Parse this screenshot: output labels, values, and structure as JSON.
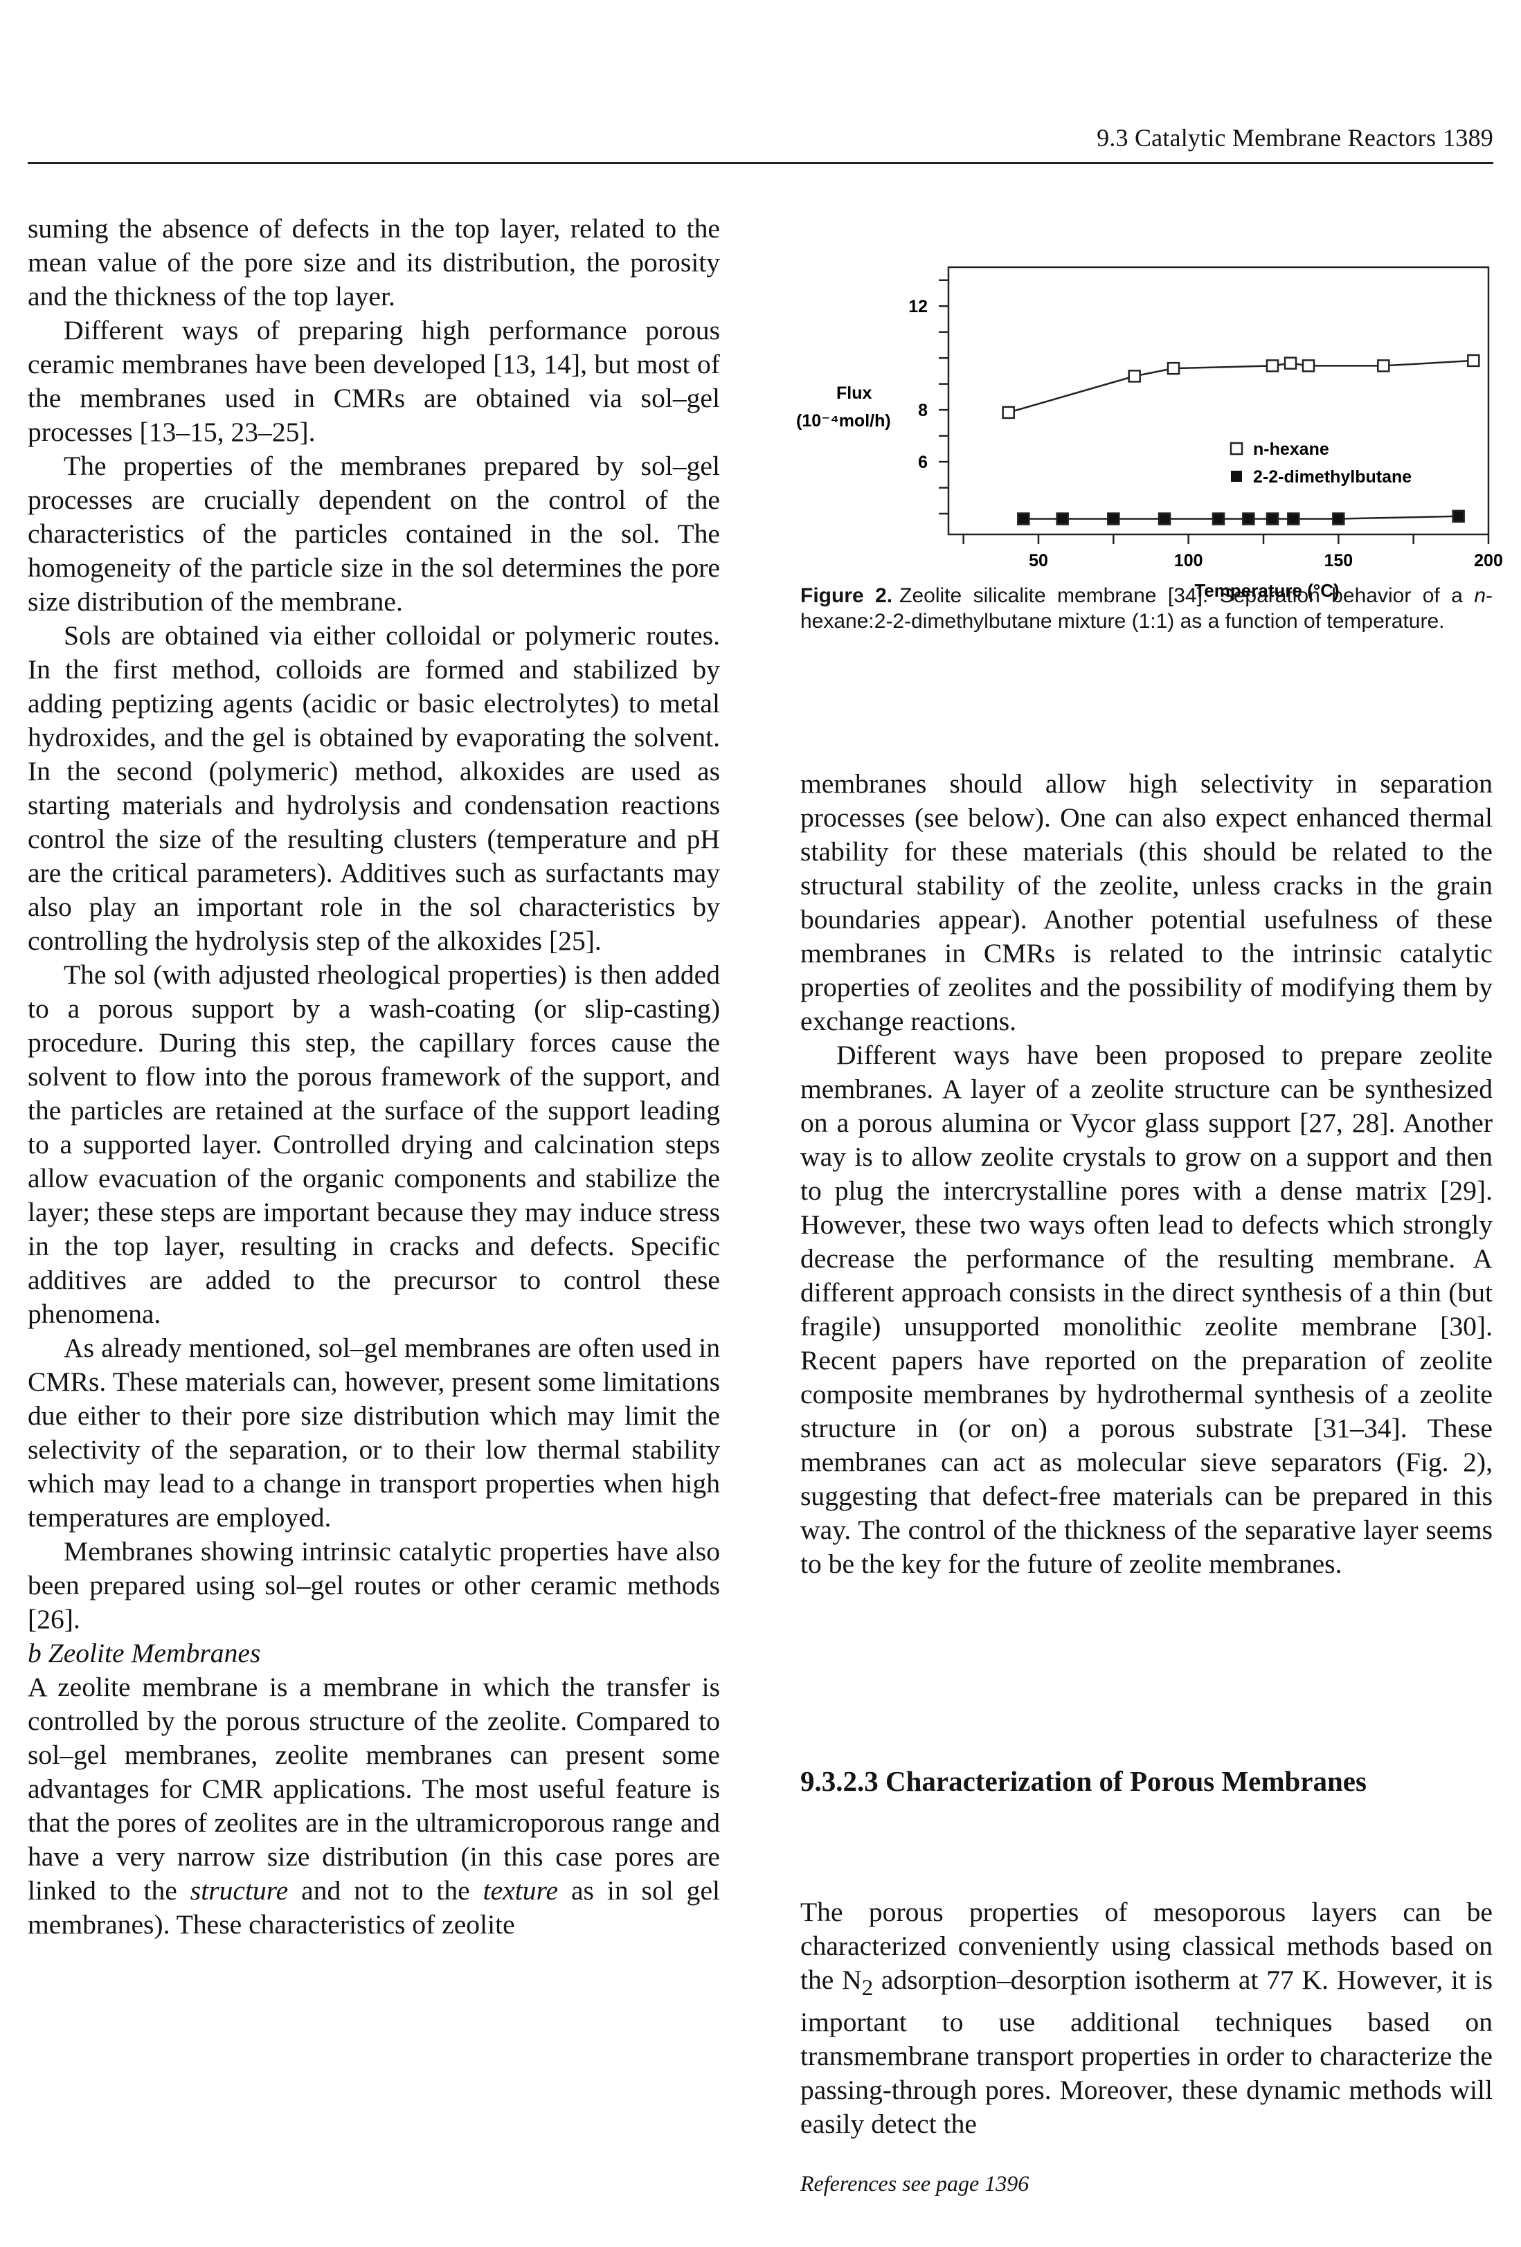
{
  "header": {
    "section": "9.3 Catalytic Membrane Reactors",
    "page_number": "1389"
  },
  "left_column": {
    "paragraphs": [
      "suming the absence of defects in the top layer, related to the mean value of the pore size and its distribution, the porosity and the thickness of the top layer.",
      "Different ways of preparing high performance porous ceramic membranes have been developed [13, 14], but most of the membranes used in CMRs are obtained via sol–gel processes [13–15, 23–25].",
      "The properties of the membranes prepared by sol–gel processes are crucially dependent on the control of the characteristics of the particles contained in the sol. The homogeneity of the particle size in the sol determines the pore size distribution of the membrane.",
      "Sols are obtained via either colloidal or polymeric routes. In the first method, colloids are formed and stabilized by adding peptizing agents (acidic or basic electrolytes) to metal hydroxides, and the gel is obtained by evaporating the solvent. In the second (polymeric) method, alkoxides are used as starting materials and hydrolysis and condensation reactions control the size of the resulting clusters (temperature and pH are the critical parameters). Additives such as surfactants may also play an important role in the sol characteristics by controlling the hydrolysis step of the alkoxides [25].",
      "The sol (with adjusted rheological properties) is then added to a porous support by a wash-coating (or slip-casting) procedure. During this step, the capillary forces cause the solvent to flow into the porous framework of the support, and the particles are retained at the surface of the support leading to a supported layer. Controlled drying and calcination steps allow evacuation of the organic components and stabilize the layer; these steps are important because they may induce stress in the top layer, resulting in cracks and defects. Specific additives are added to the precursor to control these phenomena.",
      "As already mentioned, sol–gel membranes are often used in CMRs. These materials can, however, present some limitations due either to their pore size distribution which may limit the selectivity of the separation, or to their low thermal stability which may lead to a change in transport properties when high temperatures are employed.",
      "Membranes showing intrinsic catalytic properties have also been prepared using sol–gel routes or other ceramic methods [26]."
    ],
    "subheading": "b Zeolite Membranes",
    "zeolite_paragraph_parts": [
      "A zeolite membrane is a membrane in which the transfer is controlled by the porous structure of the zeolite. Compared to sol–gel membranes, zeolite membranes can present some advantages for CMR applications. The most useful feature is that the pores of zeolites are in the ultramicroporous range and have a very narrow size distribution (in this case pores are linked to the ",
      "structure",
      " and not to the ",
      "texture",
      " as in sol gel membranes). These characteristics of zeolite"
    ]
  },
  "figure": {
    "label": "Figure 2.",
    "caption_parts": [
      "Zeolite silicalite membrane [34]. Separation behavior of a ",
      "n",
      "-hexane:2-2-dimethylbutane mixture (1:1) as a function of temperature."
    ]
  },
  "chart_data": {
    "type": "line",
    "title": "",
    "ylabel_line1": "Flux",
    "ylabel_line2": "(10⁻⁴mol/h)",
    "xlabel": "Temperature (°C)",
    "x_ticks": [
      "50",
      "100",
      "150",
      "200"
    ],
    "y_ticks": [
      "6",
      "8",
      "12"
    ],
    "x_range": [
      20,
      200
    ],
    "y_range": [
      3.2,
      13.5
    ],
    "legend_position": "center-right",
    "series": [
      {
        "name": "n-hexane",
        "marker": "open-square",
        "points": [
          [
            40,
            7.9
          ],
          [
            82,
            9.3
          ],
          [
            95,
            9.6
          ],
          [
            128,
            9.7
          ],
          [
            134,
            9.8
          ],
          [
            140,
            9.7
          ],
          [
            165,
            9.7
          ],
          [
            195,
            9.9
          ]
        ]
      },
      {
        "name": "2-2-dimethylbutane",
        "marker": "filled-square",
        "points": [
          [
            45,
            3.8
          ],
          [
            58,
            3.8
          ],
          [
            75,
            3.8
          ],
          [
            92,
            3.8
          ],
          [
            110,
            3.8
          ],
          [
            120,
            3.8
          ],
          [
            128,
            3.8
          ],
          [
            135,
            3.8
          ],
          [
            150,
            3.8
          ],
          [
            190,
            3.9
          ]
        ]
      }
    ]
  },
  "right_column": {
    "paragraphs_a": [
      "membranes should allow high selectivity in separation processes (see below). One can also expect enhanced thermal stability for these materials (this should be related to the structural stability of the zeolite, unless cracks in the grain boundaries appear). Another potential usefulness of these membranes in CMRs is related to the intrinsic catalytic properties of zeolites and the possibility of modifying them by exchange reactions.",
      "Different ways have been proposed to prepare zeolite membranes. A layer of a zeolite structure can be synthesized on a porous alumina or Vycor glass support [27, 28]. Another way is to allow zeolite crystals to grow on a support and then to plug the intercrystalline pores with a dense matrix [29]. However, these two ways often lead to defects which strongly decrease the performance of the resulting membrane. A different approach consists in the direct synthesis of a thin (but fragile) unsupported monolithic zeolite membrane [30]. Recent papers have reported on the preparation of zeolite composite membranes by hydrothermal synthesis of a zeolite structure in (or on) a porous substrate [31–34]. These membranes can act as molecular sieve separators (Fig. 2), suggesting that defect-free materials can be prepared in this way. The control of the thickness of the separative layer seems to be the key for the future of zeolite membranes."
    ],
    "section_heading": "9.3.2.3 Characterization of Porous Membranes",
    "paragraph_b_parts": [
      "The porous properties of mesoporous layers can be characterized conveniently using classical methods based on the N",
      "2",
      " adsorption–desorption isotherm at 77 K. However, it is important to use additional techniques based on transmembrane transport properties in order to characterize the passing-through pores. Moreover, these dynamic methods will easily detect the"
    ]
  },
  "footnote": "References see page 1396"
}
